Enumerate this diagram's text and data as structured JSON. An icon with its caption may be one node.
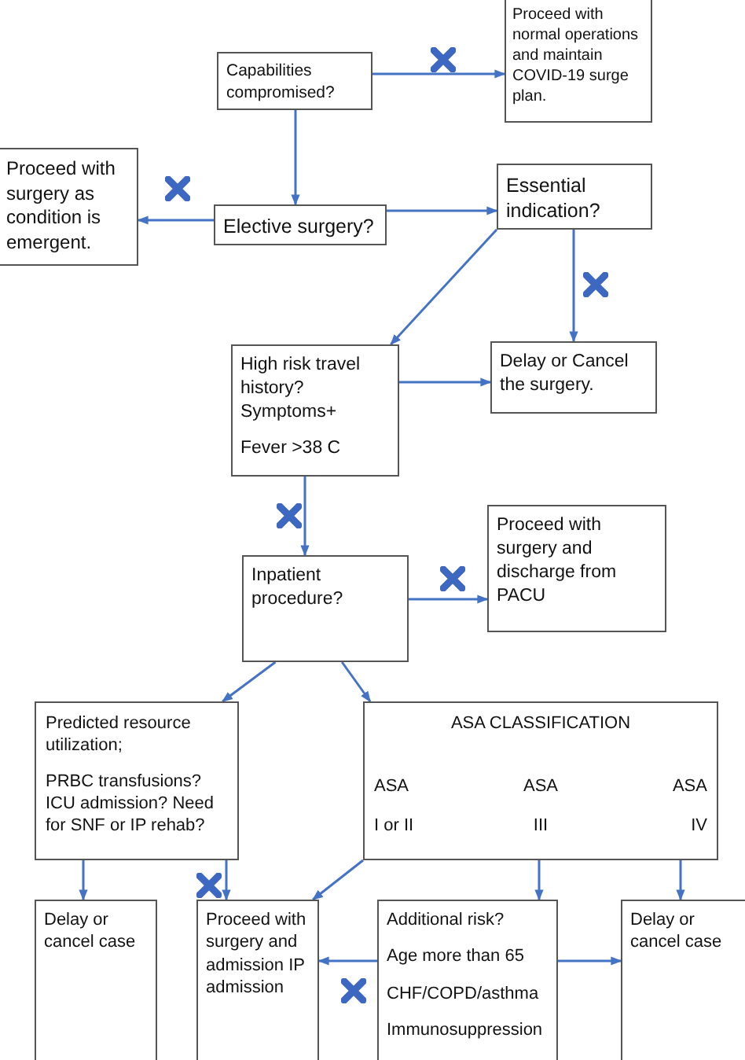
{
  "diagram": {
    "nodes": [
      {
        "text": [
          "Capabilities compromised?"
        ]
      },
      {
        "text": [
          "Proceed with normal operations and maintain COVID-19 surge plan."
        ]
      },
      {
        "text": [
          "Proceed with surgery as condition is emergent."
        ]
      },
      {
        "text": [
          "Elective surgery?"
        ]
      },
      {
        "text": [
          "Essential indication?"
        ]
      },
      {
        "text": [
          "High risk travel history? Symptoms+",
          "Fever >38 C"
        ]
      },
      {
        "text": [
          "Delay or Cancel the surgery."
        ]
      },
      {
        "text": [
          "Inpatient procedure?"
        ]
      },
      {
        "text": [
          "Proceed with surgery and discharge from PACU"
        ]
      },
      {
        "text": [
          "Predicted resource utilization;",
          "PRBC transfusions? ICU admission? Need for SNF or IP rehab?"
        ]
      },
      {
        "text": [
          "ASA CLASSIFICATION",
          "ASA",
          "ASA",
          "ASA",
          "I or II",
          "III",
          "IV"
        ]
      },
      {
        "text": [
          "Delay or cancel case"
        ]
      },
      {
        "text": [
          "Proceed with surgery and admission IP admission"
        ]
      },
      {
        "text": [
          "Additional risk?",
          "Age more than 65",
          "CHF/COPD/asthma",
          "Immunosuppression"
        ]
      },
      {
        "text": [
          "Delay or cancel case"
        ]
      }
    ],
    "edges": [
      {
        "from": 0,
        "to": 1,
        "arrow": "to"
      },
      {
        "from": 0,
        "to": 3,
        "arrow": "to"
      },
      {
        "from": 3,
        "to": 2,
        "arrow": "to"
      },
      {
        "from": 3,
        "to": 4,
        "arrow": "to"
      },
      {
        "from": 4,
        "to": 5,
        "arrow": "to"
      },
      {
        "from": 4,
        "to": 6,
        "arrow": "to"
      },
      {
        "from": 5,
        "to": 6,
        "arrow": "to"
      },
      {
        "from": 5,
        "to": 7,
        "arrow": "to"
      },
      {
        "from": 7,
        "to": 8,
        "arrow": "to"
      },
      {
        "from": 7,
        "to": 9,
        "arrow": "to"
      },
      {
        "from": 7,
        "to": 10,
        "arrow": "to"
      },
      {
        "from": 9,
        "to": 11,
        "arrow": "to"
      },
      {
        "from": 9,
        "to": 12,
        "arrow": "to"
      },
      {
        "from": 10,
        "to": 12,
        "arrow": "to"
      },
      {
        "from": 10,
        "to": 13,
        "arrow": "to"
      },
      {
        "from": 10,
        "to": 14,
        "arrow": "to"
      },
      {
        "from": 13,
        "to": 12,
        "arrow": "to"
      },
      {
        "from": 13,
        "to": 14,
        "arrow": "to"
      }
    ]
  }
}
